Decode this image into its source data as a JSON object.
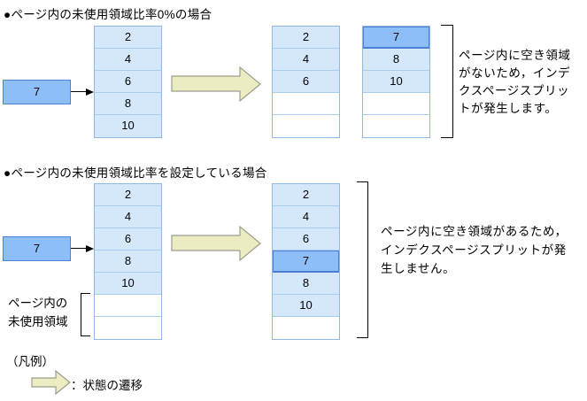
{
  "sections": [
    {
      "title": "●ページ内の未使用領域比率0%の場合",
      "insert_box": "7",
      "page_before": [
        "2",
        "4",
        "6",
        "8",
        "10"
      ],
      "pages_after": [
        [
          "2",
          "4",
          "6",
          "",
          ""
        ],
        [
          "7",
          "8",
          "10",
          "",
          ""
        ]
      ],
      "annotation_lines": [
        "ページ内に空き領域",
        "がないため，インデ",
        "クスページスプリッ",
        "トが発生します。"
      ]
    },
    {
      "title": "●ページ内の未使用領域比率を設定している場合",
      "insert_box": "7",
      "page_before": [
        "2",
        "4",
        "6",
        "8",
        "10",
        "",
        ""
      ],
      "unused_area_label_lines": [
        "ページ内の",
        "未使用領域"
      ],
      "page_after": [
        "2",
        "4",
        "6",
        "7",
        "8",
        "10",
        ""
      ],
      "annotation_lines": [
        "ページ内に空き領域があるため，",
        "インデクスページスプリットが発",
        "生しません。"
      ]
    }
  ],
  "legend": {
    "title": "（凡例）",
    "transition_label": "：状態の遷移"
  },
  "colors": {
    "cell_fill": "#d5e8fb",
    "cell_border": "#a9cdf0",
    "column_border": "#8fb8e4",
    "highlight_fill": "#8dbef7",
    "highlight_border": "#4a7fd4",
    "empty_cell_fill": "#ffffff",
    "transition_arrow_fill": "#ebecc1",
    "transition_arrow_border": "#9c9c8c",
    "connector_color": "#000000"
  }
}
